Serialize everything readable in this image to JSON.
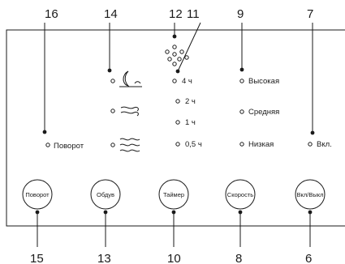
{
  "callouts": [
    "16",
    "14",
    "12",
    "11",
    "9",
    "7",
    "15",
    "13",
    "10",
    "8",
    "6"
  ],
  "indicators": {
    "rotation": "Поворот",
    "timer": [
      "4 ч",
      "2 ч",
      "1 ч",
      "0,5 ч"
    ],
    "speed": [
      "Высокая",
      "Средняя",
      "Низкая"
    ],
    "power": "Вкл."
  },
  "mode_icons": [
    "sleep-mode-icon",
    "natural-wind-icon",
    "normal-wind-icon"
  ],
  "buttons": [
    "Поворот",
    "Обдув",
    "Таймер",
    "Скорость",
    "Вкл/Выкл"
  ]
}
